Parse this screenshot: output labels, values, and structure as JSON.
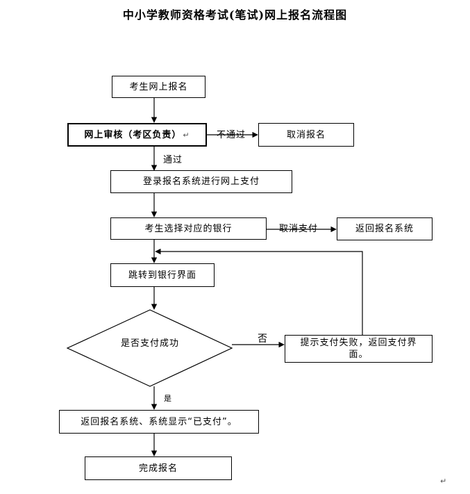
{
  "title": "中小学教师资格考试(笔试)网上报名流程图",
  "nodes": {
    "register_online": "考生网上报名",
    "review": "网上审核（考区负责）",
    "cancel_registration": "取消报名",
    "login_pay": "登录报名系统进行网上支付",
    "choose_bank": "考生选择对应的银行",
    "return_system": "返回报名系统",
    "goto_bank": "跳转到银行界面",
    "decision": "是否支付成功",
    "fail_notice": "提示支付失败，返回支付界面。",
    "return_paid": "返回报名系统、系统显示“已支付”。",
    "complete": "完成报名"
  },
  "edge_labels": {
    "not_passed": "不通过",
    "passed": "通过",
    "cancel_payment": "取消支付",
    "no": "否",
    "yes": "是"
  },
  "return_mark": "↵"
}
